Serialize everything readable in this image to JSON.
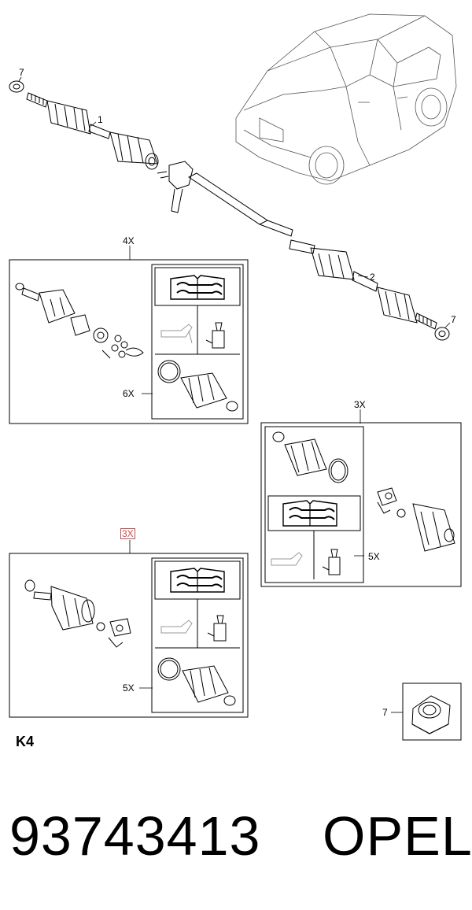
{
  "callouts": {
    "c7_top": "7",
    "c1": "1",
    "c2": "2",
    "c7_right": "7",
    "kit_a_qty": "4X",
    "kit_a_boot_qty": "6X",
    "kit_b_qty": "3X",
    "kit_b_boot_qty": "5X",
    "kit_c_qty": "3X",
    "kit_c_boot_qty": "5X",
    "c7_nut": "7"
  },
  "page_code": "K4",
  "part_number": "93743413",
  "brand": "OPEL",
  "colors": {
    "line": "#000000",
    "highlight": "#d24a4a",
    "background": "#ffffff"
  }
}
